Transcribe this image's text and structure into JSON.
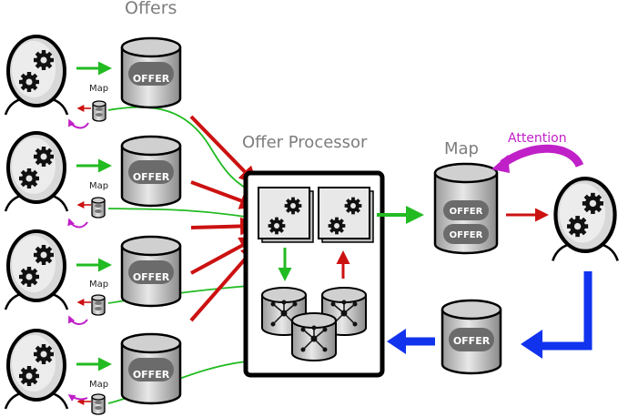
{
  "labels": {
    "offers_title": "Offers",
    "processor_title": "Offer Processor",
    "map_title": "Map",
    "attention": "Attention",
    "map_small": "Map"
  },
  "db_text": {
    "offer": "OFFER"
  },
  "colors": {
    "green": "#22bb22",
    "red": "#cc1111",
    "blue": "#1133ee",
    "magenta": "#c020c8",
    "label_gray": "#7d7d7d"
  },
  "icons": [
    "gear-agent-icon",
    "offer-database-icon",
    "map-database-icon",
    "worker-icon",
    "network-database-icon"
  ]
}
